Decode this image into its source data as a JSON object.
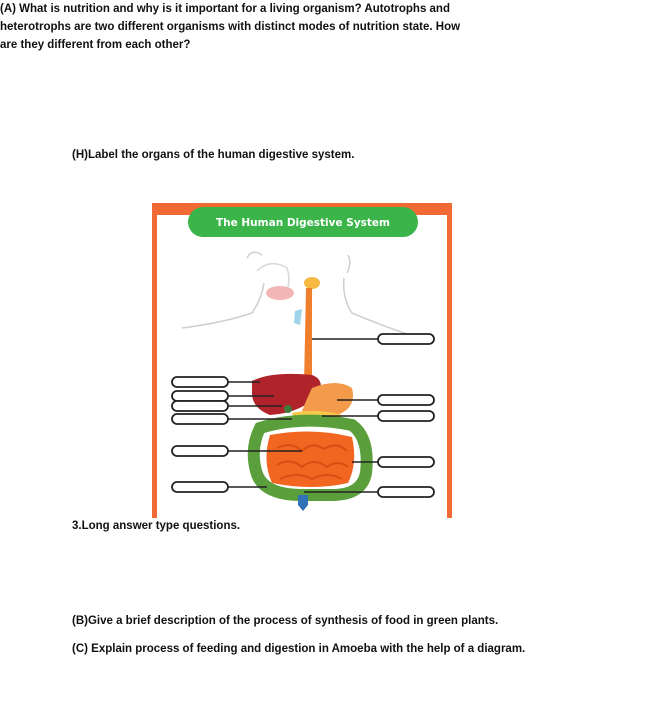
{
  "question_h": "(H)Label the organs of the human digestive system.",
  "figure": {
    "title": "The Human Digestive System",
    "colors": {
      "border": "#f26a33",
      "banner": "#3bb44a",
      "esophagus": "#f07f2d",
      "liver": "#b0232a",
      "stomach": "#f39b4a",
      "small_intestine": "#f26622",
      "large_intestine": "#5a9f3b"
    },
    "label_boxes": {
      "left_count": 6,
      "right_count": 5
    }
  },
  "section3": {
    "heading": "3.Long answer type questions.",
    "question_a_lines": [
      "(A) What is nutrition and why is it important for a living organism? Autotrophs and",
      "heterotrophs are two different organisms with distinct modes of nutrition state. How",
      "are they different from each other?"
    ],
    "question_b": "(B)Give a brief description of the process of synthesis of food in green plants.",
    "question_c": "(C) Explain process of feeding and digestion in Amoeba with the help of a diagram."
  }
}
